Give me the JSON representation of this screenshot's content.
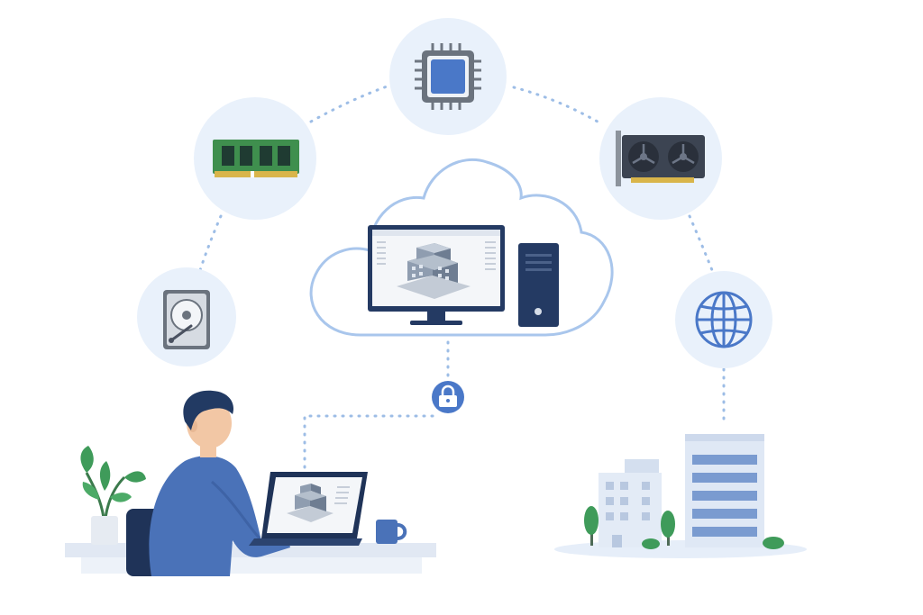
{
  "diagram": {
    "center": {
      "label_icon": "cloud-icon",
      "workstation_monitor_icon": "monitor-icon",
      "workstation_tower_icon": "pc-tower-icon",
      "screen_content_icon": "3d-building-model-icon"
    },
    "resources": [
      {
        "name": "cpu",
        "icon": "cpu-chip-icon"
      },
      {
        "name": "ram",
        "icon": "ram-module-icon"
      },
      {
        "name": "gpu",
        "icon": "graphics-card-icon"
      },
      {
        "name": "storage",
        "icon": "hard-disk-icon"
      },
      {
        "name": "network",
        "icon": "globe-icon"
      }
    ],
    "connections": [
      {
        "from": "user-laptop",
        "to": "cloud-workstation",
        "icon": "padlock-icon"
      },
      {
        "from": "cloud-workstation",
        "to": "office-buildings",
        "icon": "globe-icon"
      }
    ],
    "people": [
      {
        "role": "user",
        "icon": "person-at-laptop-icon"
      }
    ],
    "colors": {
      "accent": "#4a78c8",
      "dark_navy": "#243a63",
      "circle_bg": "#e9f1fb",
      "cloud_stroke": "#a9c6ec",
      "dotted_line": "#9dbde6",
      "plant_green": "#3f9b5a",
      "ram_green": "#3f8f4e"
    }
  }
}
